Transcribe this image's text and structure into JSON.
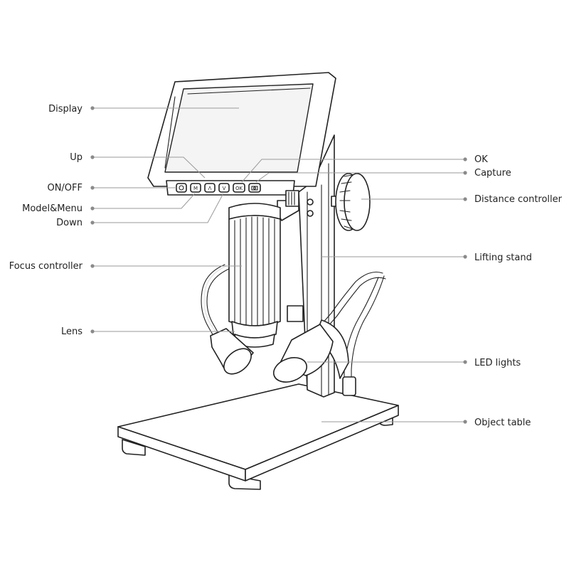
{
  "colors": {
    "line": "#9a9a9a",
    "ink": "#222222",
    "label": "#222222",
    "background": "#ffffff"
  },
  "labels": {
    "display": "Display",
    "up": "Up",
    "on_off": "ON/OFF",
    "model_menu": "Model&Menu",
    "down": "Down",
    "focus_controller": "Focus controller",
    "lens": "Lens",
    "ok": "OK",
    "capture": "Capture",
    "distance_controller": "Distance controller",
    "lifting_stand": "Lifting stand",
    "led_lights": "LED lights",
    "object_table": "Object table"
  },
  "buttons": {
    "menu_glyph": "M",
    "up_glyph": "Λ",
    "down_glyph": "V",
    "ok_glyph": "OK"
  }
}
